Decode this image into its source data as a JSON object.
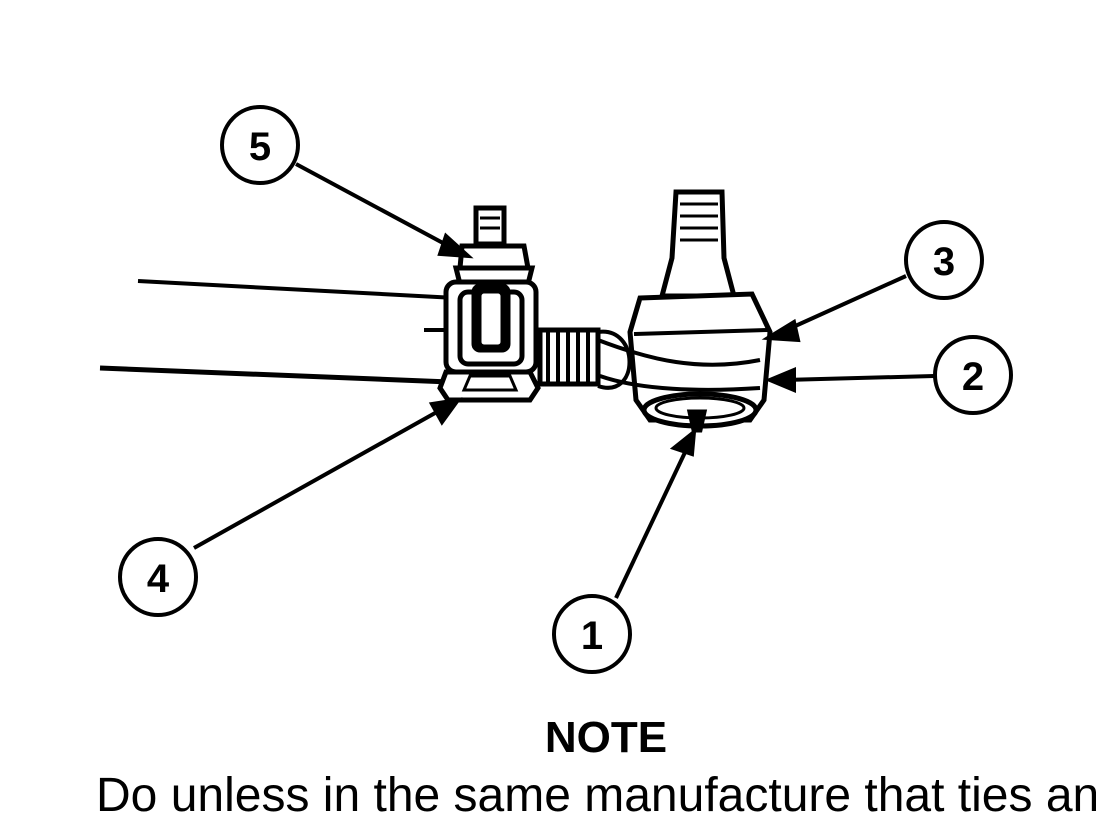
{
  "figure": {
    "callouts": [
      {
        "id": "1",
        "label": "1"
      },
      {
        "id": "2",
        "label": "2"
      },
      {
        "id": "3",
        "label": "3"
      },
      {
        "id": "4",
        "label": "4"
      },
      {
        "id": "5",
        "label": "5"
      }
    ]
  },
  "note": {
    "heading": "NOTE",
    "body": "Do unless in the same manufacture that ties and can le"
  }
}
